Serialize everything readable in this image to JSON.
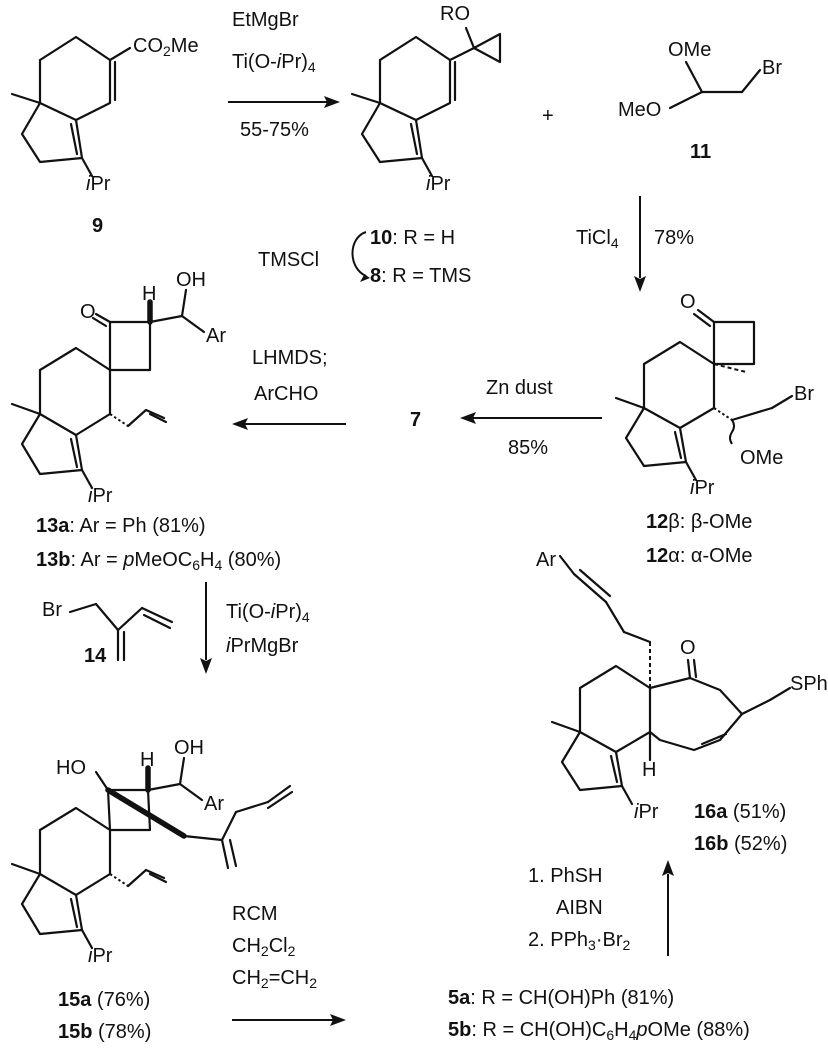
{
  "compounds": {
    "c9": {
      "label": "9",
      "ester": "CO",
      "ester_sub": "2",
      "ester_tail": "Me",
      "ipr_i": "i",
      "ipr_rest": "Pr"
    },
    "c10": {
      "ro": "RO",
      "ipr_i": "i",
      "ipr_rest": "Pr"
    },
    "c11": {
      "label": "11",
      "ome_top": "OMe",
      "meo": "MeO",
      "br": "Br"
    },
    "plus": "+",
    "c10_8": {
      "l10": "10",
      "t10": ": R = H",
      "l8": "8",
      "t8": ": R = TMS"
    },
    "c13": {
      "o": "O",
      "h": "H",
      "oh": "OH",
      "ar": "Ar",
      "ipr_i": "i",
      "ipr_rest": "Pr",
      "l13a": "13a",
      "t13a": ": Ar = Ph (81%)",
      "l13b": "13b",
      "t13b_1": ": Ar = ",
      "t13b_p": "p",
      "t13b_2": "MeOC",
      "t13b_sub": "6",
      "t13b_3": "H",
      "t13b_sub2": "4",
      "t13b_4": " (80%)"
    },
    "c7": {
      "label": "7"
    },
    "c12": {
      "o": "O",
      "br": "Br",
      "ome": "OMe",
      "ipr_i": "i",
      "ipr_rest": "Pr",
      "l12b": "12",
      "l12b_greek": "β",
      "t12b": ": β-OMe",
      "l12a": "12",
      "l12a_greek": "α",
      "t12a": ": α-OMe"
    },
    "c14": {
      "label": "14",
      "br": "Br"
    },
    "c15": {
      "ho": "HO",
      "h": "H",
      "oh": "OH",
      "ar": "Ar",
      "ipr_i": "i",
      "ipr_rest": "Pr",
      "l15a": "15a",
      "t15a": " (76%)",
      "l15b": "15b",
      "t15b": " (78%)"
    },
    "c16": {
      "ar": "Ar",
      "o": "O",
      "sph": "SPh",
      "h": "H",
      "ipr_i": "i",
      "ipr_rest": "Pr",
      "l16a": "16a",
      "t16a": " (51%)",
      "l16b": "16b",
      "t16b": " (52%)"
    },
    "c5": {
      "l5a": "5a",
      "t5a": ": R = CH(OH)Ph (81%)",
      "l5b": "5b",
      "t5b_1": ": R = CH(OH)C",
      "t5b_sub": "6",
      "t5b_2": "H",
      "t5b_sub2": "4",
      "t5b_p": "p",
      "t5b_3": "OMe (88%)"
    }
  },
  "conditions": {
    "step1": {
      "line1": "EtMgBr",
      "line2a": "Ti(O-",
      "line2_i": "i",
      "line2b": "Pr)",
      "line2_sub": "4",
      "line3": "55-75%"
    },
    "step2": {
      "line1a": "TiCl",
      "line1_sub": "4",
      "yield": "78%"
    },
    "step3": {
      "reagent": "TMSCl"
    },
    "step4": {
      "line1": "Zn dust",
      "line2": "85%"
    },
    "step5": {
      "line1": "LHMDS;",
      "line2": "ArCHO"
    },
    "step6": {
      "line1a": "Ti(O-",
      "line1_i": "i",
      "line1b": "Pr)",
      "line1_sub": "4",
      "line2_i": "i",
      "line2b": "PrMgBr"
    },
    "step7": {
      "line1": "RCM",
      "line2a": "CH",
      "line2_sub": "2",
      "line2b": "Cl",
      "line2_sub2": "2",
      "line3a": "CH",
      "line3_sub": "2",
      "line3b": "=CH",
      "line3_sub2": "2"
    },
    "step8": {
      "line1": "1. PhSH",
      "line2": "AIBN",
      "line3": "2. PPh",
      "line3_sub": "3",
      "line3b": "·Br",
      "line3_sub2": "2"
    }
  }
}
